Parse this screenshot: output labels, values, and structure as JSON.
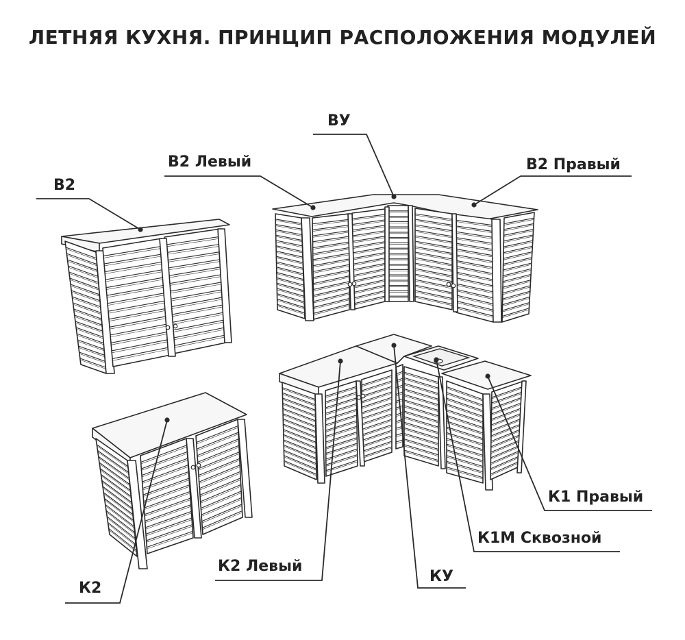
{
  "title": "ЛЕТНЯЯ КУХНЯ. ПРИНЦИП РАСПОЛОЖЕНИЯ МОДУЛЕЙ",
  "labels": {
    "b2": "В2",
    "b2_left": "В2 Левый",
    "vu": "ВУ",
    "b2_right": "В2 Правый",
    "k2": "К2",
    "k2_left": "К2 Левый",
    "ku": "КУ",
    "k1m": "К1М Сквозной",
    "k1_right": "К1 Правый"
  },
  "colors": {
    "line": "#2a2a2a",
    "surface": "#f7f7f7",
    "background": "#ffffff"
  }
}
